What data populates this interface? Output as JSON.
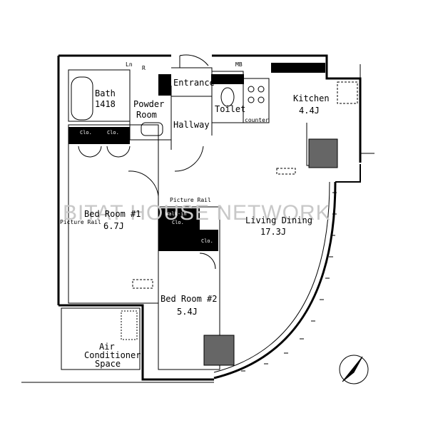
{
  "watermark": "BITAT HOUSE NETWORK",
  "rooms": {
    "bath": {
      "name": "Bath",
      "size": "1418"
    },
    "powder_room": {
      "name1": "Powder",
      "name2": "Room"
    },
    "entrance": {
      "name": "Entrance"
    },
    "toilet": {
      "name": "Toilet"
    },
    "hallway": {
      "name": "Hallway"
    },
    "kitchen": {
      "name": "Kitchen",
      "size": "4.4J"
    },
    "counter": {
      "name": "counter"
    },
    "bedroom1": {
      "name": "Bed Room #1",
      "size": "6.7J"
    },
    "bedroom2": {
      "name": "Bed Room #2",
      "size": "5.4J"
    },
    "living_dining": {
      "name": "Living Dining",
      "size": "17.3J"
    },
    "walk_in": {
      "name1": "Walk-in",
      "name2": "Clo."
    },
    "air_conditioner": {
      "name1": "Air",
      "name2": "Conditioner",
      "name3": "Space"
    }
  },
  "labels": {
    "ln": "Ln",
    "r": "R",
    "mb": "MB",
    "clo": "Clo.",
    "picture_rail": "Picture Rail"
  }
}
